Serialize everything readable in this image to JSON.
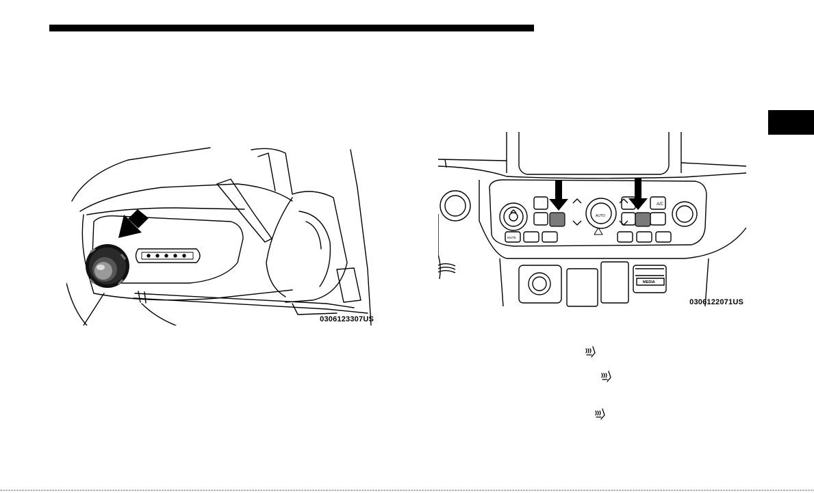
{
  "figures": {
    "power_lumbar": {
      "code": "0306123307US"
    },
    "climate_controls": {
      "code": "0306122071US",
      "buttons": {
        "ac": "A/C",
        "auto": "AUTO",
        "mute": "MUTE",
        "media": "MEDIA"
      }
    }
  },
  "icons": {
    "heated_seat": "heated-seat-icon",
    "pointer_arrow": "down-arrow-icon"
  },
  "colors": {
    "ink": "#000000",
    "highlight_button": "#7a7a7a",
    "background": "#ffffff"
  }
}
